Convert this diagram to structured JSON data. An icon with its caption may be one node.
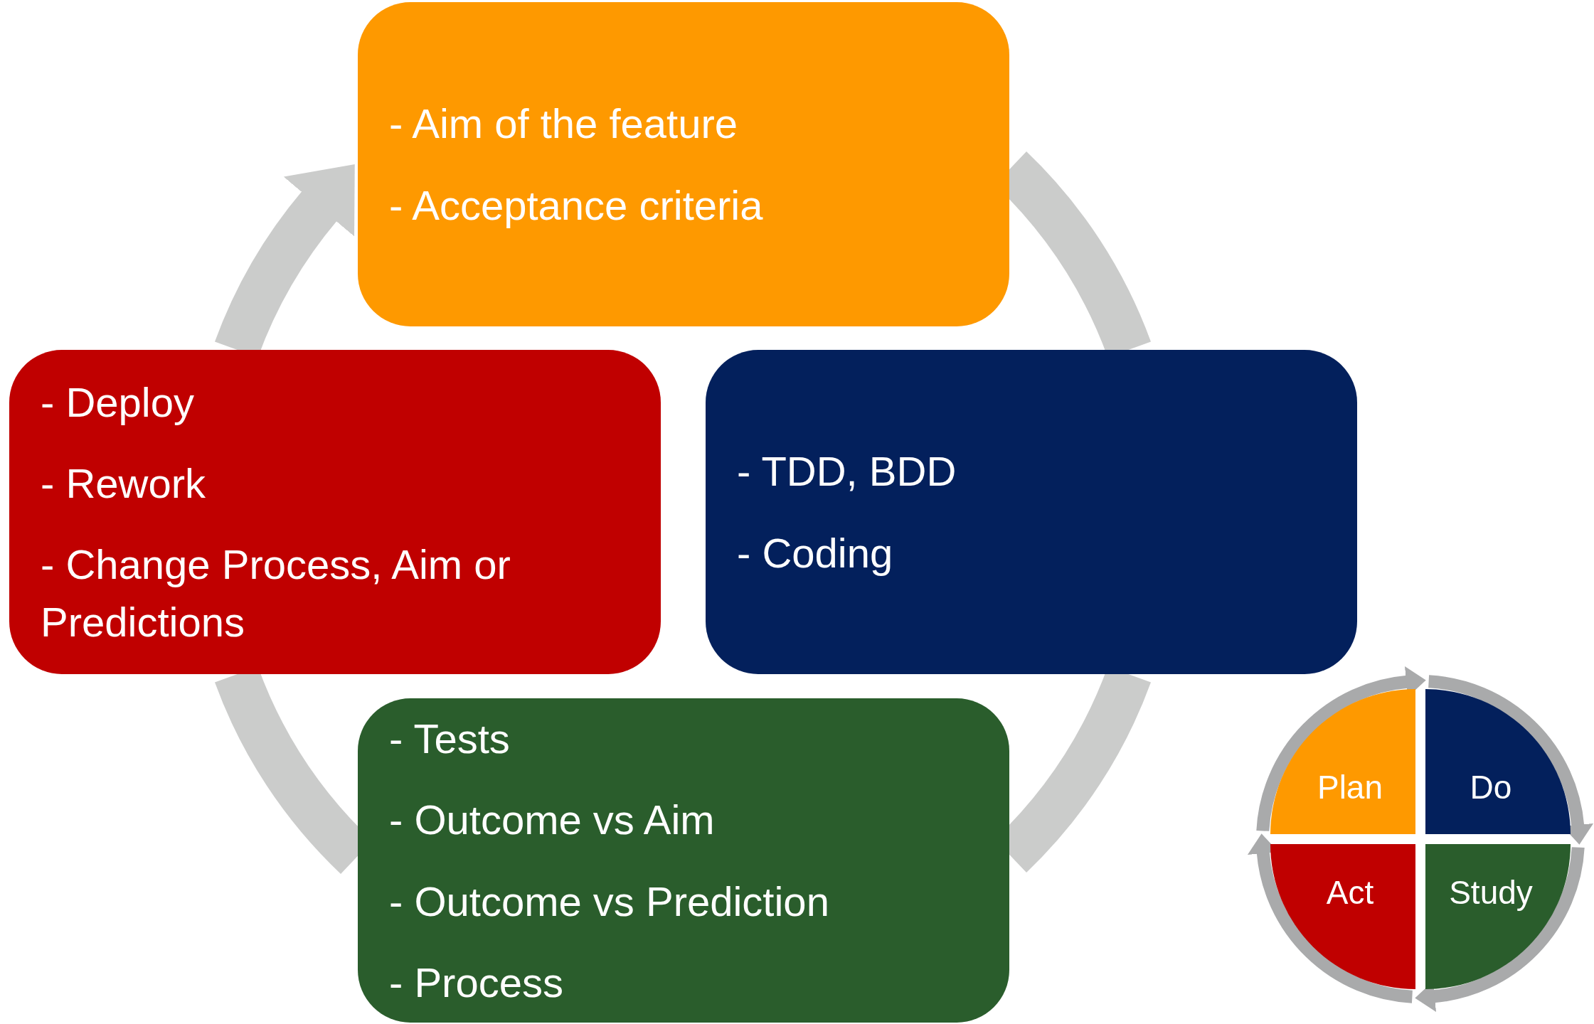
{
  "diagram": {
    "nodes": [
      {
        "text": [
          "- Aim of the feature",
          "- Acceptance criteria"
        ]
      },
      {
        "text": [
          "- Deploy",
          "- Rework",
          "- Change Process, Aim or Predictions"
        ]
      },
      {
        "text": [
          "- TDD, BDD",
          "- Coding"
        ]
      },
      {
        "text": [
          "- Tests",
          "- Outcome vs Aim",
          "- Outcome vs Prediction",
          "- Process"
        ]
      },
      {
        "text": [
          "Plan"
        ]
      },
      {
        "text": [
          "Do"
        ]
      },
      {
        "text": [
          "Act"
        ]
      },
      {
        "text": [
          "Study"
        ]
      }
    ],
    "edges": [
      {
        "from": 1,
        "to": 0,
        "arrow": "to",
        "style": "thick"
      },
      {
        "from": 0,
        "to": 2,
        "arrow": "none",
        "style": "thick"
      },
      {
        "from": 2,
        "to": 3,
        "arrow": "none",
        "style": "thick"
      },
      {
        "from": 3,
        "to": 1,
        "arrow": "none",
        "style": "thick"
      },
      {
        "from": 4,
        "to": 5,
        "arrow": "to"
      },
      {
        "from": 5,
        "to": 7,
        "arrow": "to"
      },
      {
        "from": 7,
        "to": 6,
        "arrow": "to"
      },
      {
        "from": 6,
        "to": 4,
        "arrow": "to"
      }
    ]
  }
}
